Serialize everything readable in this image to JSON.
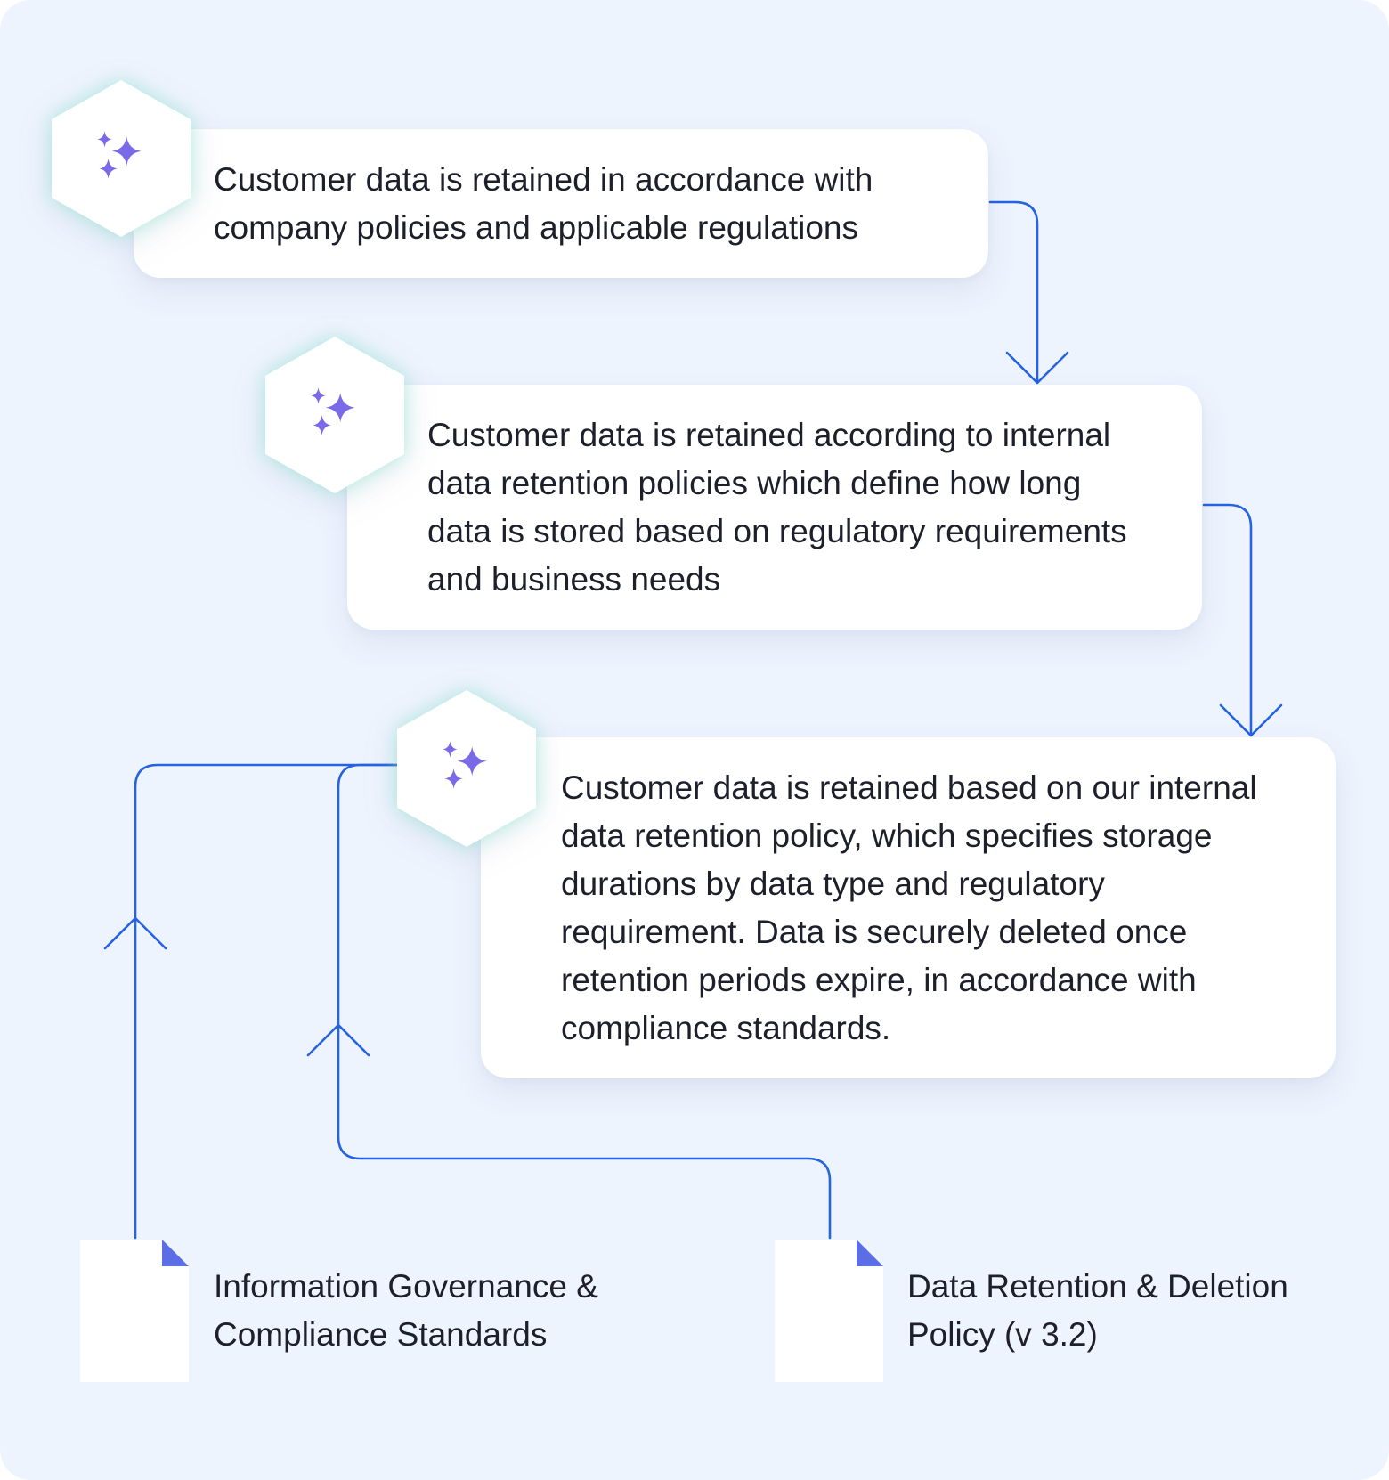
{
  "colors": {
    "background": "#eef4fe",
    "connector": "#2563e0",
    "sparkle": "#7b6ae8",
    "document_fold": "#5b6ee6",
    "text": "#1d1f2b"
  },
  "icons": {
    "answer_badge": "sparkles-icon",
    "source": "document-icon"
  },
  "answers": [
    {
      "text": "Customer data is retained in accordance with\ncompany policies and applicable regulations"
    },
    {
      "text": "Customer data is retained according to internal\ndata retention policies which define how long\ndata is stored based on regulatory requirements\nand business needs"
    },
    {
      "text": "Customer data is retained based on our internal\ndata retention policy, which specifies storage\ndurations by data type and regulatory\nrequirement. Data is securely deleted once\nretention periods expire, in accordance with\ncompliance standards."
    }
  ],
  "sources": [
    {
      "label": "Information Governance &\nCompliance Standards"
    },
    {
      "label": "Data Retention & Deletion\nPolicy (v 3.2)"
    }
  ]
}
